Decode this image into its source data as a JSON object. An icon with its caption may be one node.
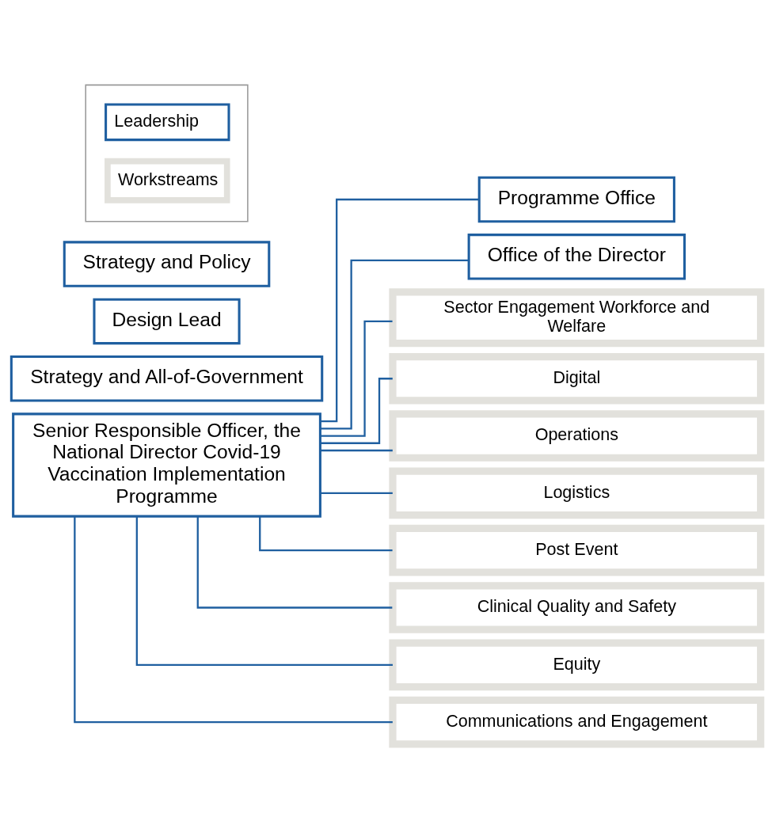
{
  "diagram": {
    "nodes": [
      {
        "text": [
          "Senior Responsible Officer, the National Director Covid-19 Vaccination Implementation Programme"
        ]
      },
      {
        "text": [
          "Strategy and All-of-Government"
        ]
      },
      {
        "text": [
          "Programme Office"
        ]
      },
      {
        "text": [
          "Design Lead"
        ]
      },
      {
        "text": [
          "Strategy and Policy"
        ]
      },
      {
        "text": [
          "Office of the Director"
        ]
      },
      {
        "text": [
          "Sector Engagement Workforce and Welfare"
        ]
      },
      {
        "text": [
          "Digital"
        ]
      },
      {
        "text": [
          "Operations"
        ]
      },
      {
        "text": [
          "Logistics"
        ]
      },
      {
        "text": [
          "Post Event"
        ]
      },
      {
        "text": [
          "Clinical Quality and Safety"
        ]
      },
      {
        "text": [
          "Equity"
        ]
      },
      {
        "text": [
          "Communications and Engagement"
        ]
      }
    ],
    "edges": [
      {
        "from": 0,
        "to": 2,
        "arrow": "none"
      },
      {
        "from": 0,
        "to": 5,
        "arrow": "none"
      },
      {
        "from": 0,
        "to": 6,
        "arrow": "none"
      },
      {
        "from": 0,
        "to": 7,
        "arrow": "none"
      },
      {
        "from": 0,
        "to": 8,
        "arrow": "none"
      },
      {
        "from": 0,
        "to": 9,
        "arrow": "none"
      },
      {
        "from": 0,
        "to": 10,
        "arrow": "none"
      },
      {
        "from": 0,
        "to": 11,
        "arrow": "none"
      },
      {
        "from": 0,
        "to": 12,
        "arrow": "none"
      },
      {
        "from": 0,
        "to": 13,
        "arrow": "none"
      }
    ],
    "legend": [
      {
        "text": "Leadership"
      },
      {
        "text": "Workstreams"
      }
    ]
  }
}
